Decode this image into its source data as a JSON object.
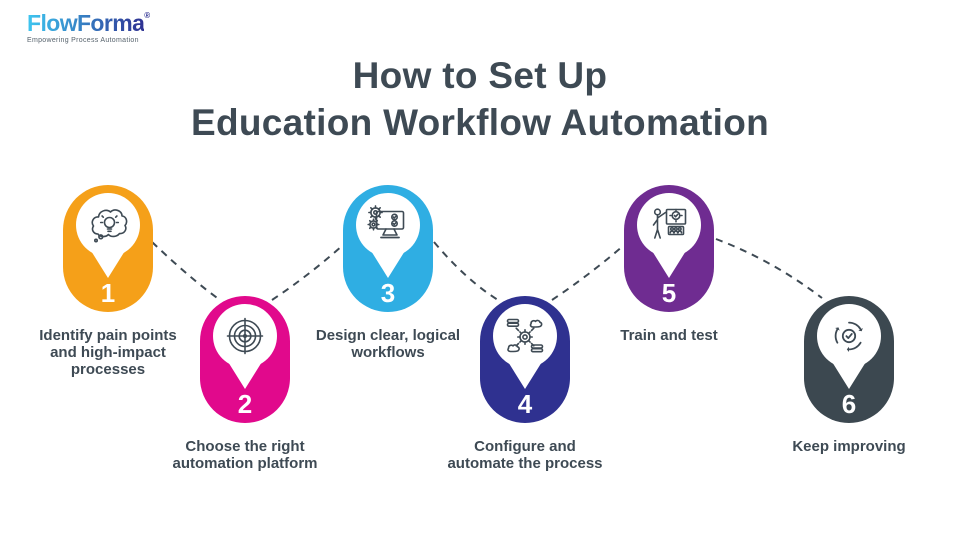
{
  "brand": {
    "name": "FlowForma",
    "registered": "®",
    "tagline": "Empowering Process Automation",
    "gradient_start": "#3EC6F0",
    "gradient_end": "#2E3192"
  },
  "title": {
    "line1": "How to Set Up",
    "line2": "Education Workflow Automation",
    "color": "#3E4A54"
  },
  "connector": {
    "style": "dashed",
    "color": "#3E4A54"
  },
  "steps": [
    {
      "number": "1",
      "label": "Identify pain points and high-impact processes",
      "lines": [
        "Identify pain points",
        "and high-impact",
        "processes"
      ],
      "color": "#F5A019",
      "icon": "thought-bubble-lightbulb-icon",
      "position": "top"
    },
    {
      "number": "2",
      "label": "Choose the right automation platform",
      "lines": [
        "Choose the right",
        "automation platform"
      ],
      "color": "#E1098C",
      "icon": "target-bullseye-icon",
      "position": "bottom"
    },
    {
      "number": "3",
      "label": "Design clear, logical workflows",
      "lines": [
        "Design clear, logical",
        "workflows"
      ],
      "color": "#2FAEE3",
      "icon": "workflow-monitor-gears-icon",
      "position": "top"
    },
    {
      "number": "4",
      "label": "Configure and automate the process",
      "lines": [
        "Configure and",
        "automate the process"
      ],
      "color": "#2F3190",
      "icon": "integration-gear-cloud-database-icon",
      "position": "bottom"
    },
    {
      "number": "5",
      "label": "Train and test",
      "lines": [
        "Train and test"
      ],
      "color": "#6F2C91",
      "icon": "trainer-presentation-icon",
      "position": "top"
    },
    {
      "number": "6",
      "label": "Keep improving",
      "lines": [
        "Keep improving"
      ],
      "color": "#3C4850",
      "icon": "continuous-improvement-cycle-icon",
      "position": "bottom"
    }
  ]
}
